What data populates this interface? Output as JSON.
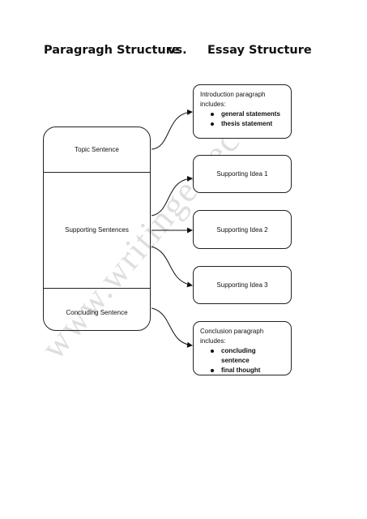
{
  "header": {
    "left_title": "Paragragh Structure",
    "middle_title": "vs.",
    "right_title": "Essay Structure"
  },
  "paragraph": {
    "topic": "Topic Sentence",
    "supporting": "Supporting Sentences",
    "concluding": "Concluding Sentence"
  },
  "essay": {
    "introduction": {
      "heading_line1": "Introduction paragraph",
      "heading_line2": "includes:",
      "items": [
        "general statements",
        "thesis statement"
      ]
    },
    "supporting_ideas": [
      "Supporting Idea 1",
      "Supporting Idea 2",
      "Supporting Idea 3"
    ],
    "conclusion": {
      "heading_line1": "Conclusion paragraph",
      "heading_line2": "includes:",
      "items": [
        "concluding sentence",
        "final thought"
      ]
    }
  },
  "watermark": {
    "text": "www.writingeu.ect.tr"
  }
}
